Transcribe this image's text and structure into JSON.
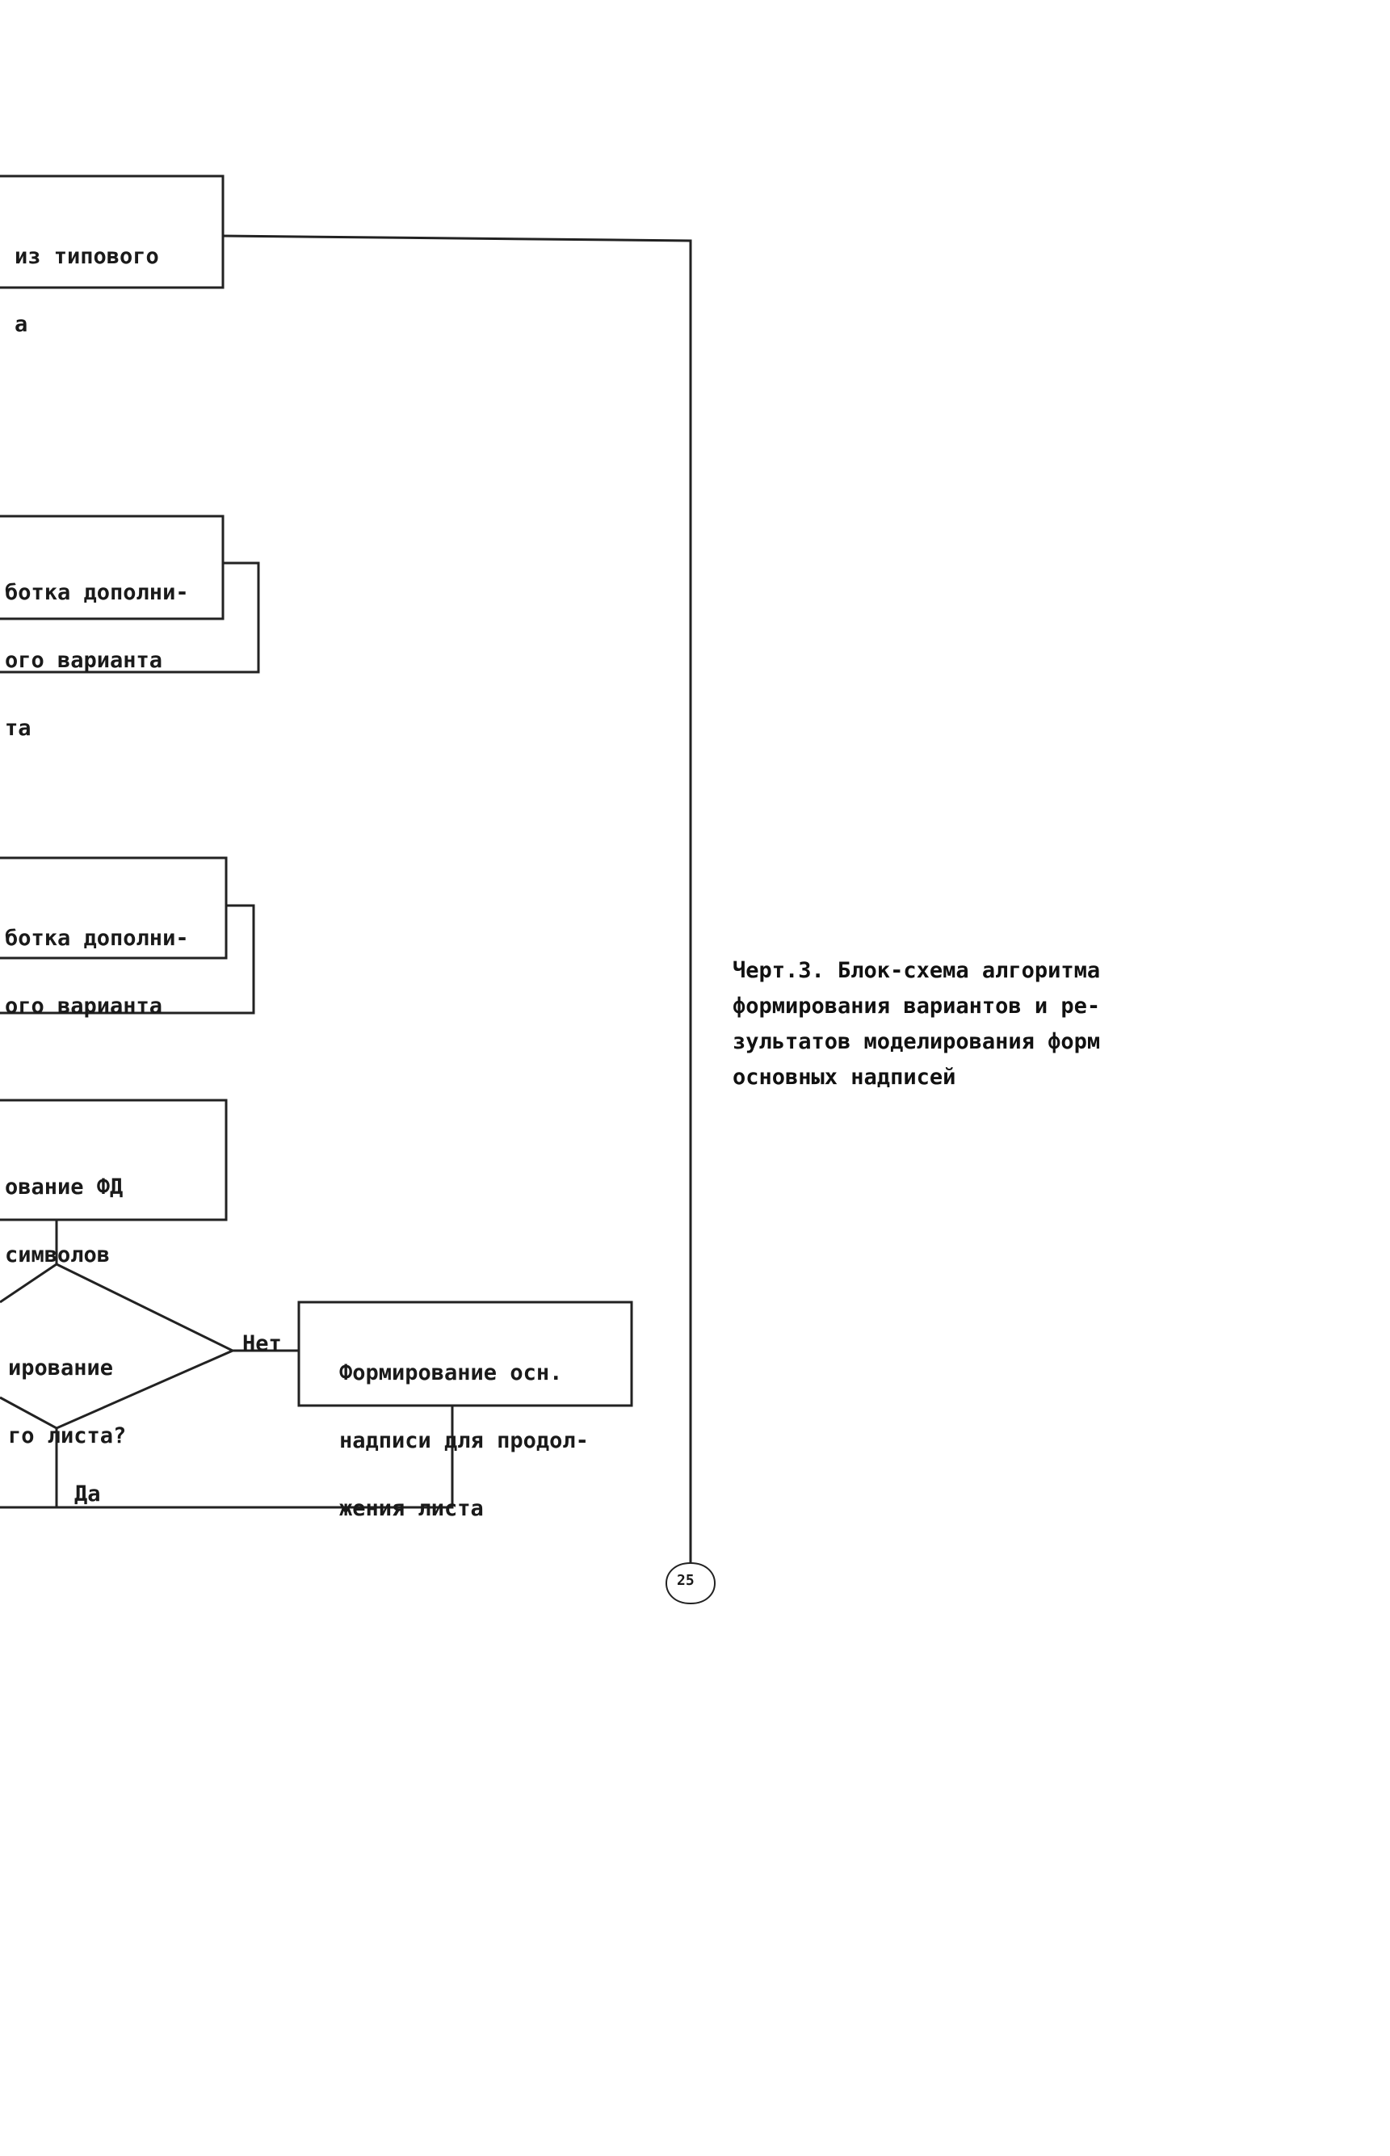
{
  "boxes": {
    "box1": {
      "lines": [
        "из типового",
        "а"
      ]
    },
    "box2": {
      "lines": [
        "ботка дополни-",
        "ого варианта",
        "та"
      ]
    },
    "box3": {
      "lines": [
        "ботка дополни-",
        "ого варианта"
      ]
    },
    "box4": {
      "lines": [
        "ование ФД",
        "символов"
      ]
    },
    "decision": {
      "lines": [
        "ирование",
        "го листа?"
      ]
    },
    "box5": {
      "lines": [
        "Формирование осн.",
        "надписи для продол-",
        "жения листа"
      ]
    }
  },
  "labels": {
    "no": "Нет",
    "yes": "Да"
  },
  "connector_mark": "25",
  "caption": {
    "lines": [
      "Черт.3. Блок-схема алгоритма",
      "формирования вариантов и ре-",
      "зультатов моделирования форм",
      "основных надписей"
    ]
  }
}
